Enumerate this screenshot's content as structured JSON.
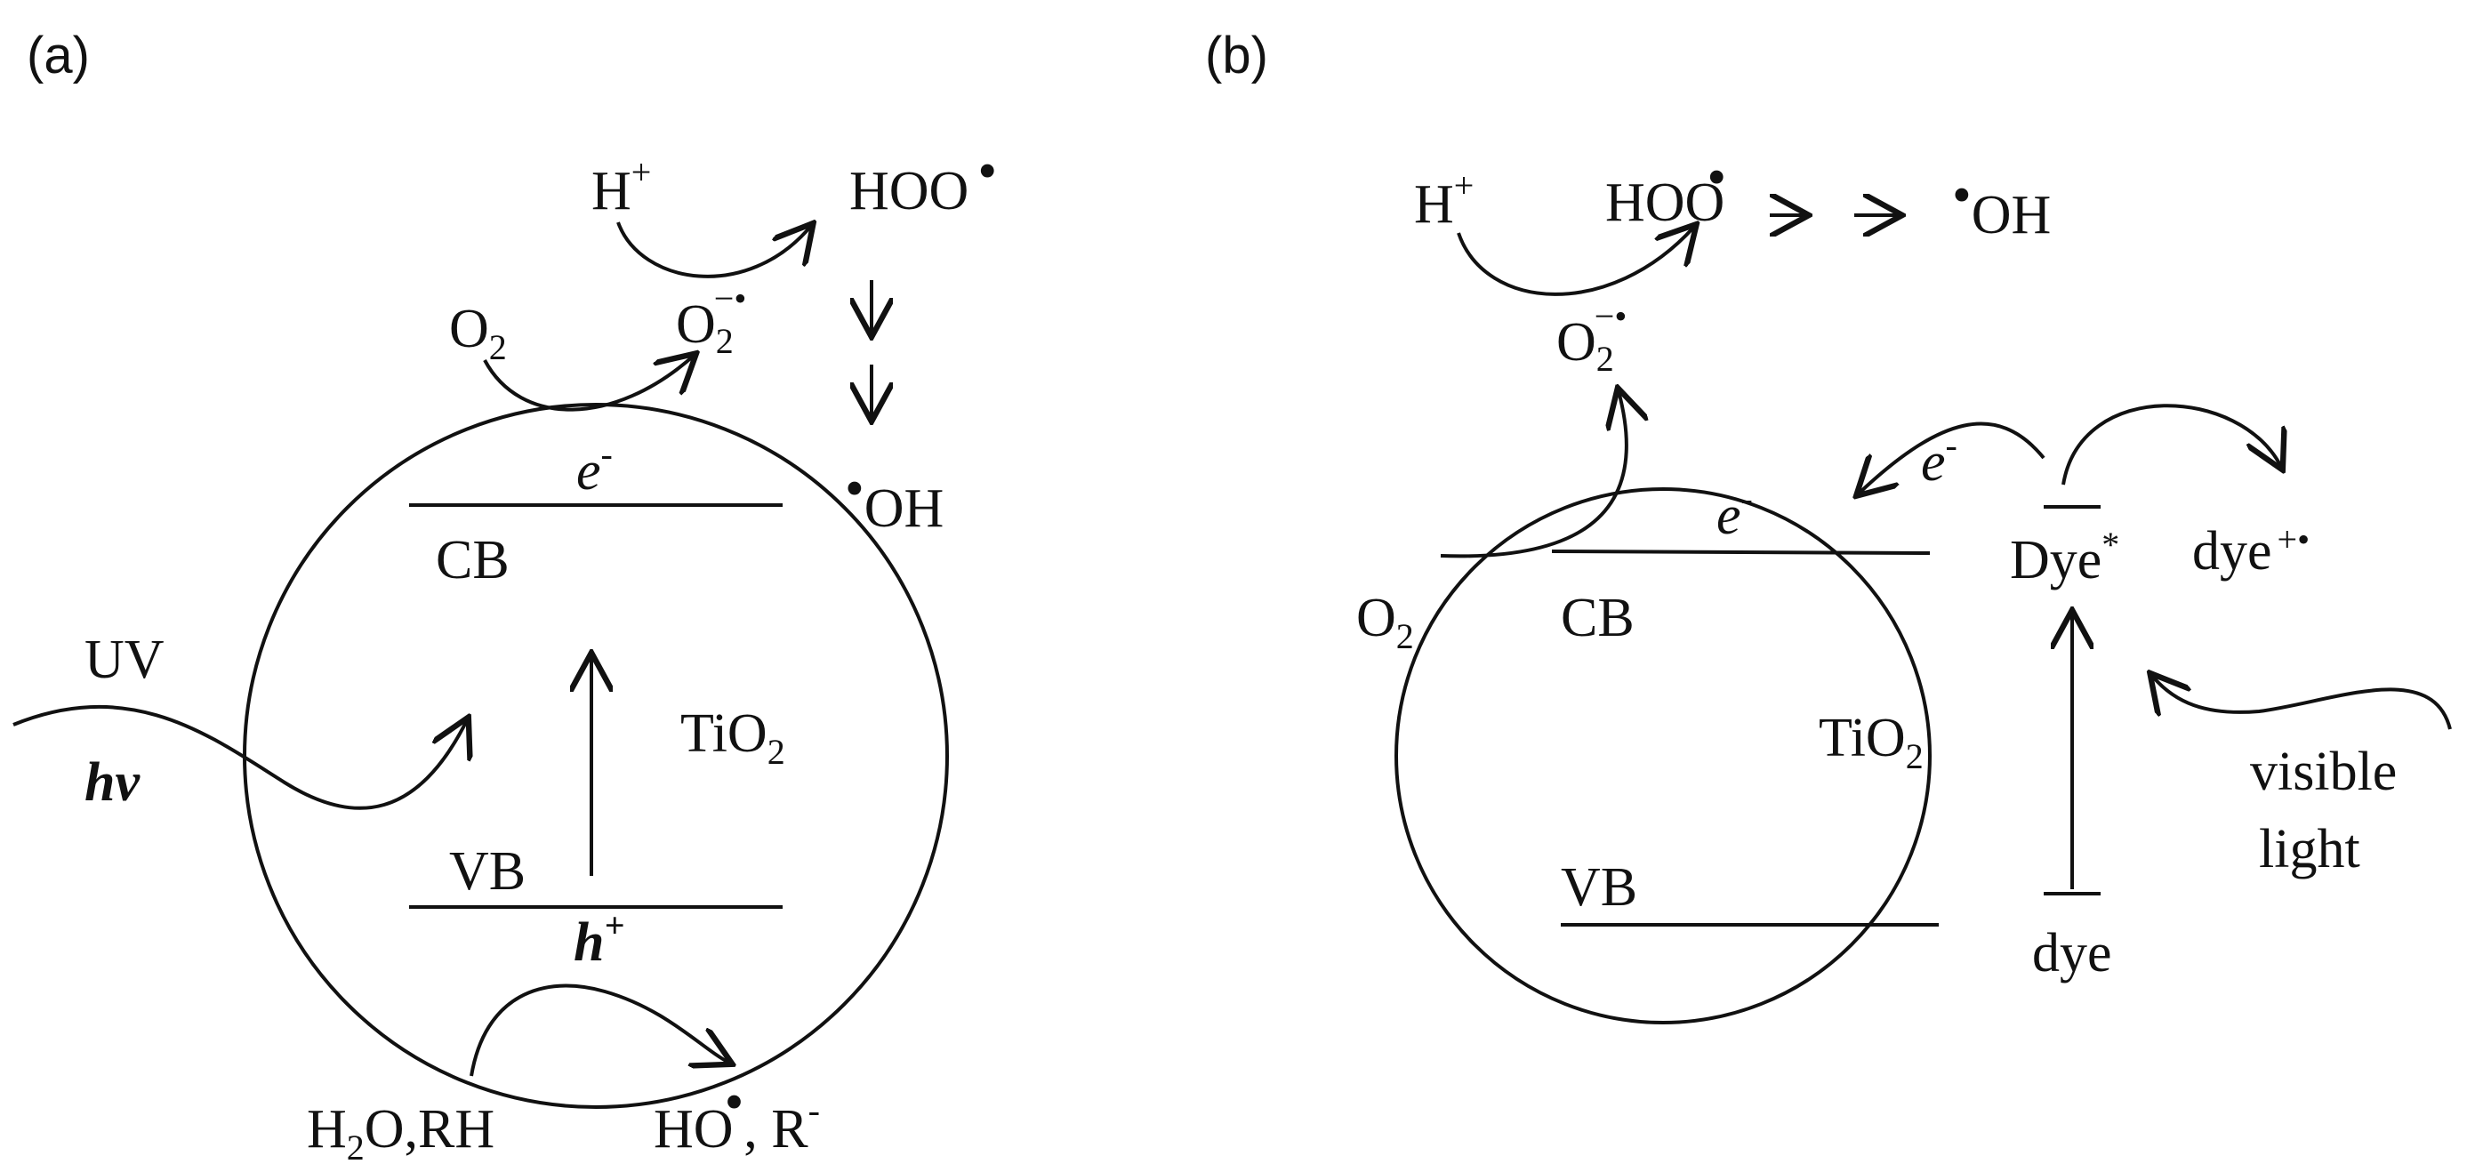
{
  "panel_a": {
    "tag": "(a)",
    "h_plus": "H",
    "h_plus_sup": "+",
    "hoo": "HOO",
    "o2": "O",
    "o2_sub": "2",
    "o2rad": "O",
    "o2rad_sub": "2",
    "o2rad_sup": "−•",
    "oh": "OH",
    "e": "e",
    "e_sup": "-",
    "cb": "CB",
    "uv": "UV",
    "hv": "hν",
    "tio2": "TiO",
    "tio2_sub": "2",
    "vb": "VB",
    "h": "h",
    "h_sup": "+",
    "h2o_rh_h": "H",
    "h2o_rh_sub": "2",
    "h2o_rh_rest": "O,RH",
    "ho_r": "HO",
    "ho_r_rest": ", R",
    "ho_r_sup": "-"
  },
  "panel_b": {
    "tag": "(b)",
    "h_plus": "H",
    "h_plus_sup": "+",
    "hoo": "HOO",
    "oh": "OH",
    "o2rad": "O",
    "o2rad_sub": "2",
    "o2rad_sup": "−•",
    "e_cb": "e",
    "e_cb_sup": "-",
    "e_inj": "e",
    "e_inj_sup": "-",
    "dye_star": "Dye",
    "dye_star_sup": "*",
    "dye_cation": "dye",
    "dye_cation_sup": "+•",
    "o2": "O",
    "o2_sub": "2",
    "cb": "CB",
    "tio2": "TiO",
    "tio2_sub": "2",
    "visible": "visible",
    "light": "light",
    "vb": "VB",
    "dye": "dye"
  }
}
